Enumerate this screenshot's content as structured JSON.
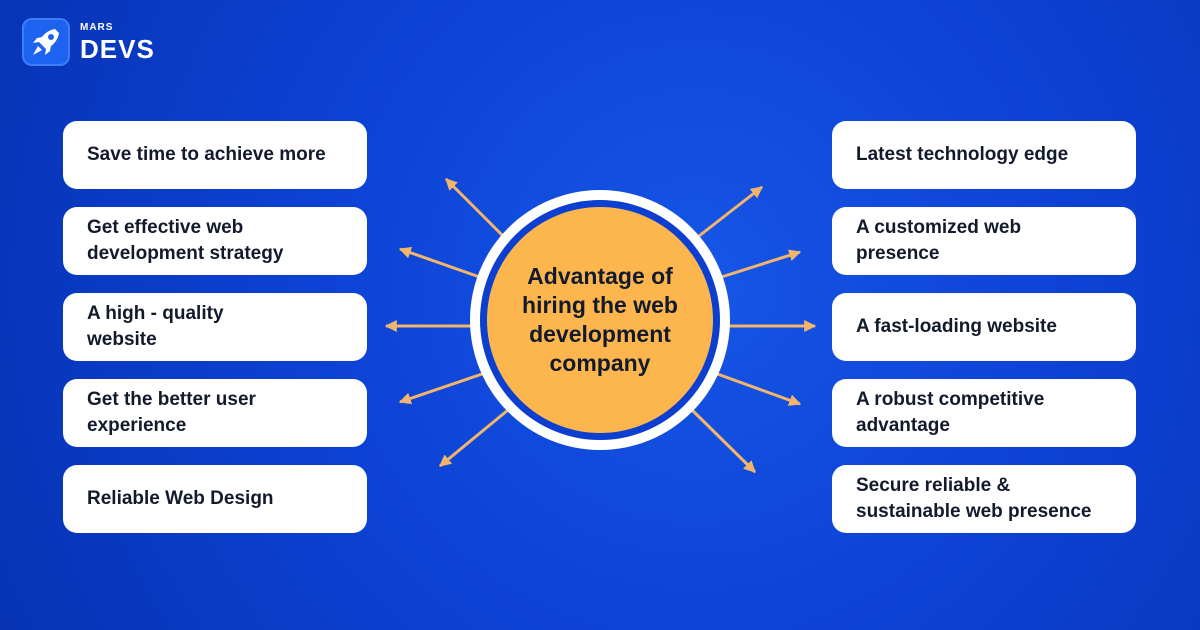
{
  "brand": {
    "small": "MARS",
    "name": "DEVS"
  },
  "center": {
    "title": "Advantage of hiring the web development company"
  },
  "left_items": [
    "Save time to achieve more",
    "Get effective web development strategy",
    "A high - quality website",
    "Get the better user experience",
    "Reliable Web Design"
  ],
  "right_items": [
    "Latest technology edge",
    "A customized web presence",
    "A fast-loading website",
    "A robust competitive advantage",
    "Secure reliable & sustainable web presence"
  ],
  "colors": {
    "background": "#0d43d6",
    "center_fill": "#fdb64e",
    "arrow": "#f3b56b",
    "card": "#ffffff",
    "text": "#121a2c"
  }
}
